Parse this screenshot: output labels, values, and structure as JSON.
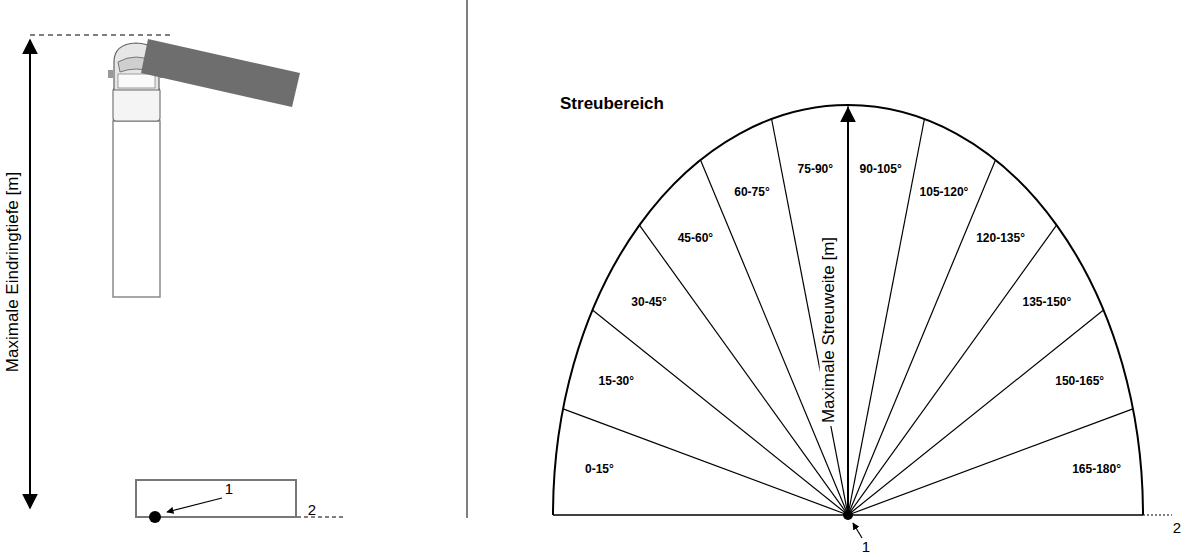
{
  "diagram": {
    "labels": [
      "Maximale Eindringtiefe [m]",
      "1",
      "2",
      "Streubereich",
      "0-15°",
      "15-30°",
      "30-45°",
      "45-60°",
      "60-75°",
      "75-90°",
      "90-105°",
      "105-120°",
      "120-135°",
      "135-150°",
      "150-165°",
      "165-180°",
      "Maximale Streuweite [m]",
      "1",
      "2"
    ]
  }
}
